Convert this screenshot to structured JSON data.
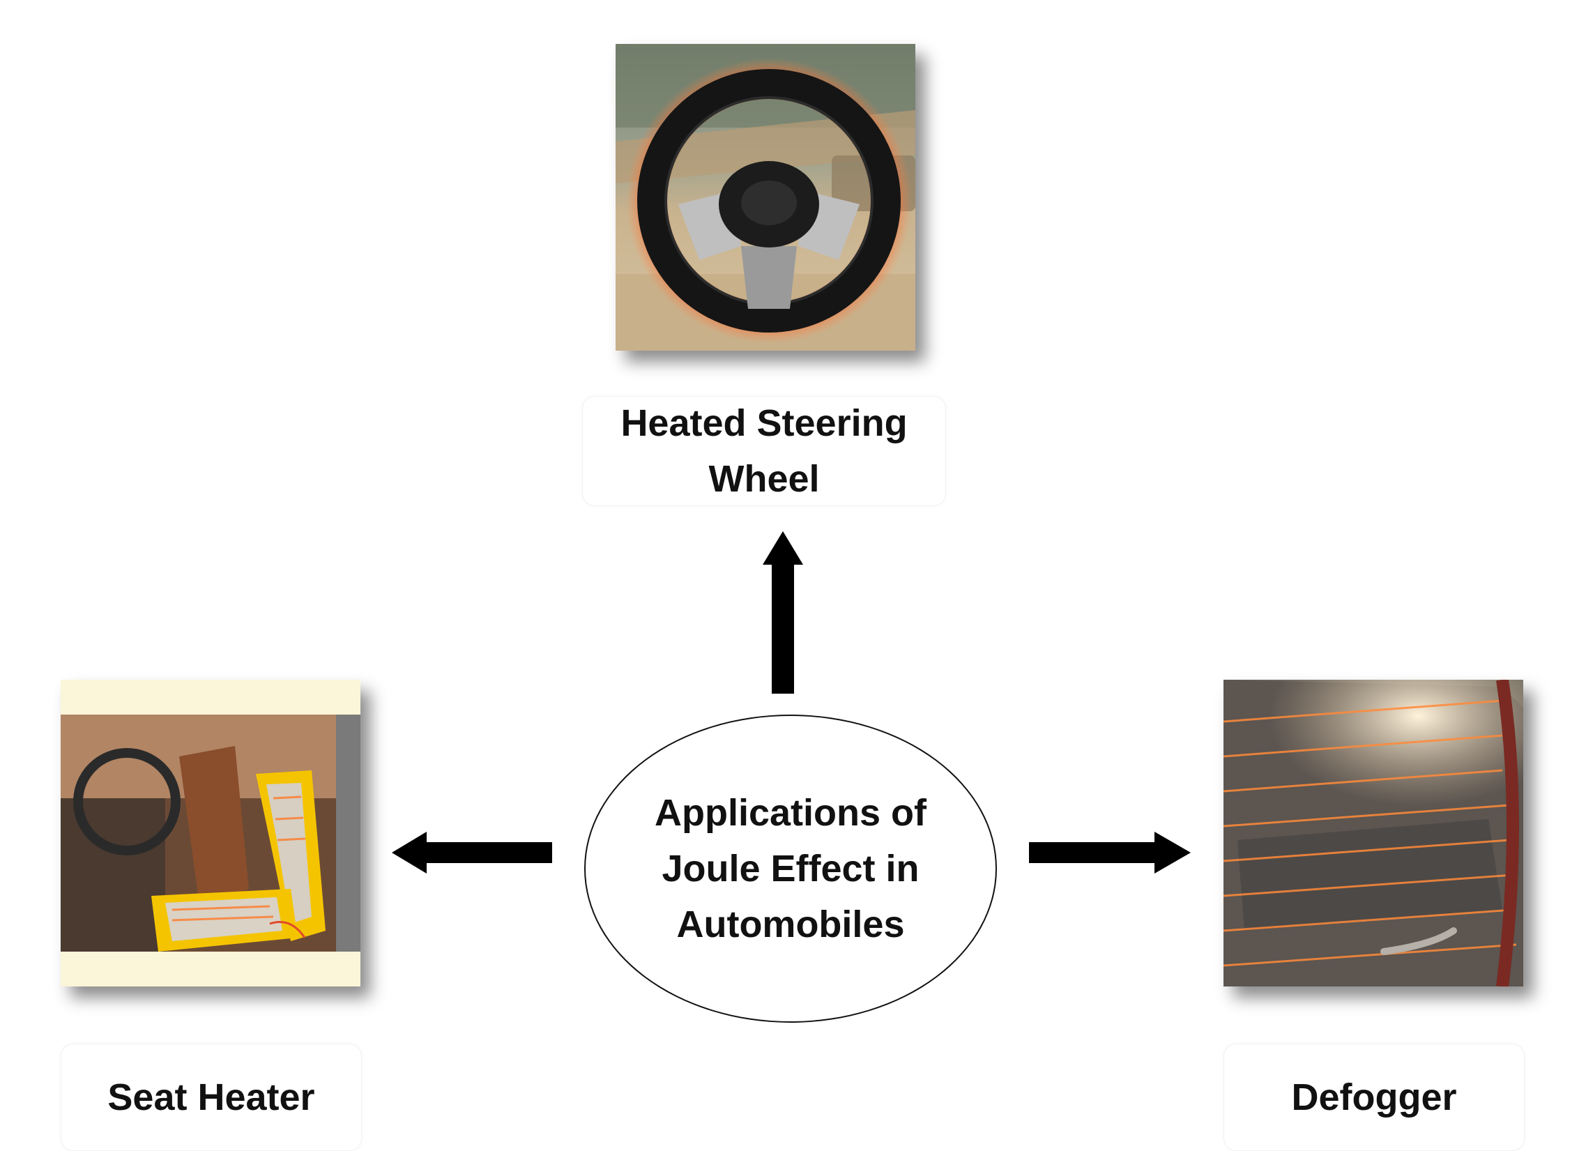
{
  "center": {
    "text": "Applications of Joule Effect in Automobiles"
  },
  "nodes": {
    "steering": {
      "label": "Heated Steering Wheel"
    },
    "seat": {
      "label": "Seat Heater"
    },
    "defogger": {
      "label": "Defogger"
    }
  },
  "colors": {
    "arrow": "#000000",
    "heat_glow": "#ff5a1f",
    "seat_heat": "#f5c400",
    "photo_frame": "#fbf5d9"
  }
}
